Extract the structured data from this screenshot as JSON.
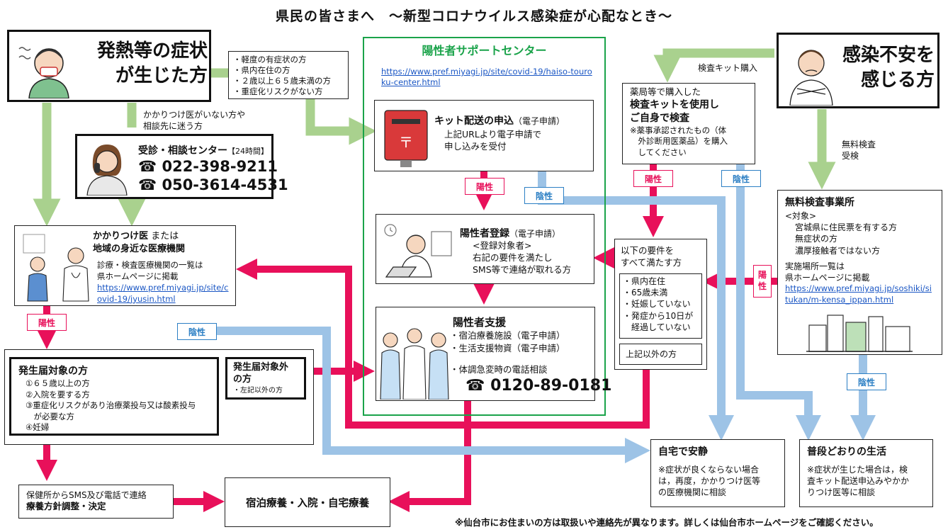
{
  "title": "県民の皆さまへ　～新型コロナウイルス感染症が心配なとき～",
  "colors": {
    "positive": "#e8105a",
    "negative": "#9dc3e6",
    "route": "#a9d18e",
    "support_border": "#1aa34a",
    "link": "#1a56c4"
  },
  "symptom": {
    "title": "発熱等の症状\nが生じた方",
    "icon": "sick-person-icon"
  },
  "symptom_criteria": [
    "・軽度の有症状の方",
    "・県内在住の方",
    "・２歳以上６５歳未満の方",
    "・重症化リスクがない方"
  ],
  "no_doctor_note": "かかりつけ医がいない方や\n相談先に迷う方",
  "consult_center": {
    "name": "受診・相談センター",
    "hours": "【24時間】",
    "phone1": "022-398-9211",
    "phone2": "050-3614-4531",
    "icon": "operator-icon"
  },
  "support_center": {
    "title": "陽性者サポートセンター",
    "url": "https://www.pref.miyagi.jp/site/covid-19/haiso-touroku-center.html",
    "kit": {
      "title": "キット配送の申込",
      "sub": "（電子申請）",
      "desc": "上記URLより電子申請で\n申し込みを受付",
      "icon": "postbox-icon"
    },
    "register": {
      "title": "陽性者登録",
      "sub": "（電子申請）",
      "desc": "<登録対象者>\n右記の要件を満たし\nSMS等で連絡が取れる方",
      "icon": "laptop-person-icon"
    },
    "support": {
      "title": "陽性者支援",
      "items": [
        "・宿泊療養施設（電子申請）",
        "・生活支援物資（電子申請）"
      ],
      "phone_note": "・体調急変時の電話相談",
      "phone": "0120-89-0181",
      "icon": "medical-staff-icon"
    }
  },
  "anxiety": {
    "title": "感染不安を\n感じる方",
    "icon": "worried-person-icon"
  },
  "kit_purchase_label": "検査キット購入",
  "self_test": {
    "line1": "薬局等で購入した",
    "line2": "検査キットを使用し\nご自身で検査",
    "note": "※薬事承認されたもの（体\n　外診断用医薬品）を購入\n　してください"
  },
  "free_test_label": "無料検査\n受検",
  "free_test": {
    "title": "無料検査事業所",
    "target_label": "<対象>",
    "targets": [
      "宮城県に住民票を有する方",
      "無症状の方",
      "濃厚接触者ではない方"
    ],
    "list_note": "実施場所一覧は\n県ホームページに掲載",
    "url": "https://www.pref.miyagi.jp/soshiki/situkan/m-kensa_ippan.html",
    "icon": "buildings-icon"
  },
  "requirements": {
    "title": "以下の要件を\nすべて満たす方",
    "items": [
      "・県内在住",
      "・65歳未満",
      "・妊娠していない",
      "・発症から10日が\n　経過していない"
    ],
    "other": "上記以外の方"
  },
  "clinic": {
    "title1": "かかりつけ医",
    "title_or": " または",
    "title2": "地域の身近な医療機関",
    "note": "診療・検査医療機関の一覧は\n県ホームページに掲載",
    "url": "https://www.pref.miyagi.jp/site/covid-19/jyusin.html",
    "icon": "doctor-patient-icon"
  },
  "notify_target": {
    "title": "発生届対象の方",
    "items": [
      "①６５歳以上の方",
      "②入院を要する方",
      "③重症化リスクがあり治療薬投与又は酸素投与\n　が必要な方",
      "④妊婦"
    ]
  },
  "notify_other": {
    "title": "発生届対象外\nの方",
    "sub": "・左記以外の方"
  },
  "health_center": {
    "line1": "保健所からSMS及び電話で連絡",
    "line2": "療養方針調整・決定"
  },
  "treatment": "宿泊療養・入院・自宅療養",
  "home_rest": {
    "title": "自宅で安静",
    "note": "※症状が良くならない場合\nは，再度，かかりつけ医等\nの医療機関に相談"
  },
  "normal_life": {
    "title": "普段どおりの生活",
    "note": "※症状が生じた場合は，検\n査キット配送申込みやかか\nりつけ医等に相談"
  },
  "labels": {
    "positive": "陽性",
    "negative": "陰性",
    "positive_vertical": "陽\n性"
  },
  "footer": "※仙台市にお住まいの方は取扱いや連絡先が異なります。詳しくは仙台市ホームページをご確認ください。"
}
